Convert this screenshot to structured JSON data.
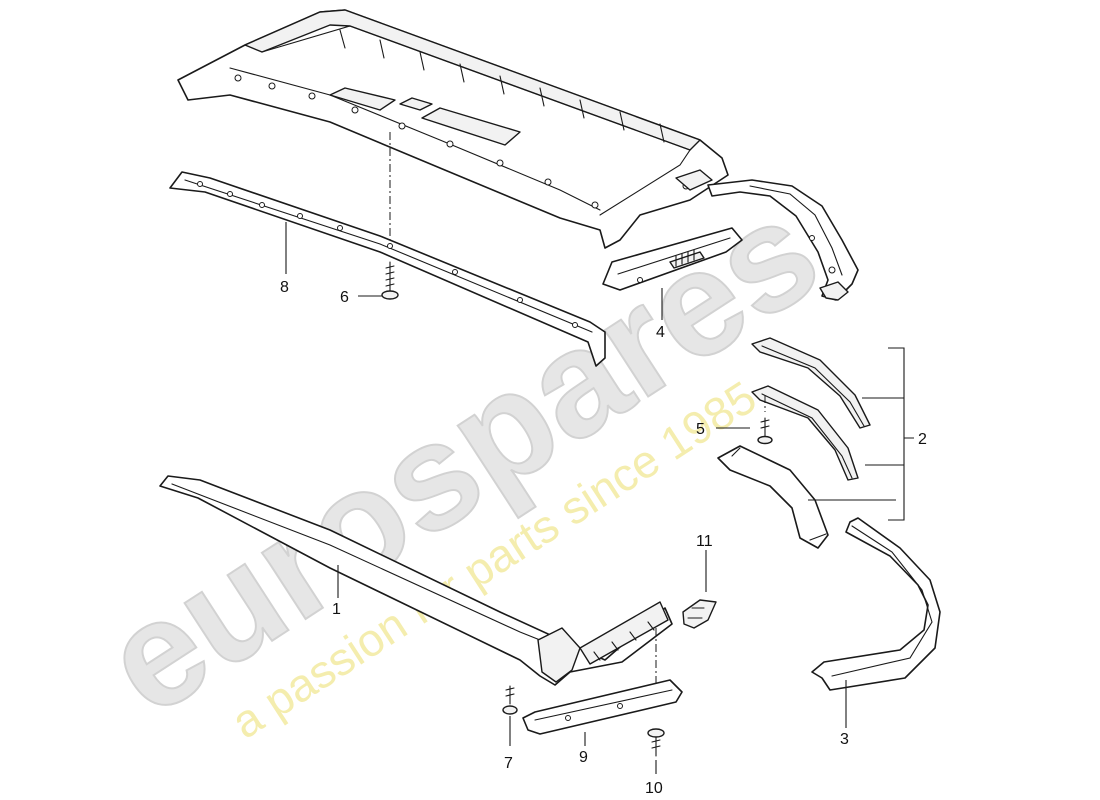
{
  "watermark": {
    "brand": "eurospares",
    "tagline": "a passion for parts since 1985",
    "brand_color": "#e6e6e6",
    "tagline_color": "#f3eaa0"
  },
  "callouts": {
    "c1": "1",
    "c2": "2",
    "c3": "3",
    "c4": "4",
    "c5": "5",
    "c6": "6",
    "c7": "7",
    "c8": "8",
    "c9": "9",
    "c10": "10",
    "c11": "11"
  }
}
